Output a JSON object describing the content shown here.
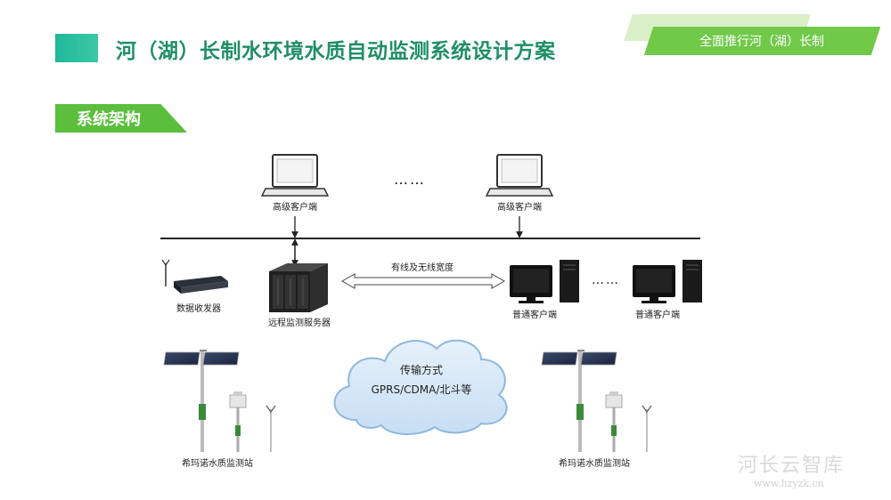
{
  "header": {
    "title": "河（湖）长制水环境水质自动监测系统设计方案",
    "banner_text": "全面推行河（湖）长制"
  },
  "section": {
    "label": "系统架构"
  },
  "diagram": {
    "advanced_client_label": "高级客户端",
    "ellipsis": "……",
    "ellipsis_short": "……",
    "transceiver_label": "数据收发器",
    "server_label": "远程监测服务器",
    "link_label": "有线及无线宽度",
    "normal_client_label": "普通客户端",
    "cloud_line1": "传输方式",
    "cloud_line2": "GPRS/CDMA/北斗等",
    "station_label": "希玛诺水质监测站"
  },
  "watermark": {
    "main": "河长云智库",
    "url": "www.hzyzk.cn"
  },
  "colors": {
    "title_green": "#1f8f66",
    "banner_green": "#71c94a",
    "section_green": "#5bbf3d",
    "teal_block": "#1fb89a"
  }
}
